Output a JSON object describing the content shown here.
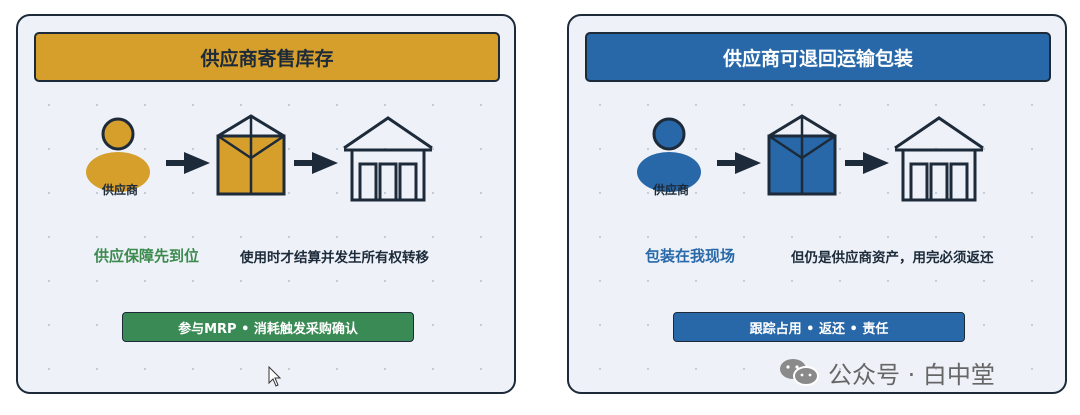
{
  "panels": [
    {
      "title": "供应商寄售库存",
      "supplier_label": "供应商",
      "feature": "供应保障先到位",
      "description": "使用时才结算并发生所有权转移",
      "bottom_bar": "参与MRP • 消耗触发采购确认",
      "colors": {
        "accent": "#d69f2c",
        "feature": "#3c8a4e",
        "bar": "#3a8a55"
      }
    },
    {
      "title": "供应商可退回运输包装",
      "supplier_label": "供应商",
      "feature": "包装在我现场",
      "description": "但仍是供应商资产，用完必须返还",
      "bottom_bar": "跟踪占用 • 返还 • 责任",
      "colors": {
        "accent": "#2868a8",
        "feature": "#2868a8",
        "bar": "#2868a8"
      }
    }
  ],
  "icons": [
    "person-icon",
    "arrow-right-icon",
    "box-icon",
    "warehouse-icon"
  ],
  "watermark": {
    "text": "公众号 · 白中堂",
    "icon": "wechat-icon"
  },
  "colors": {
    "outline": "#1c2a3a",
    "panel_bg": "#eef2f8"
  }
}
